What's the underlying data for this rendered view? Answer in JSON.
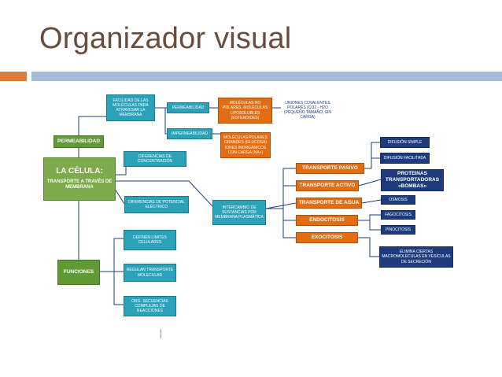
{
  "slide": {
    "title": "Organizador visual"
  },
  "diagram": {
    "permeabilidad": "PERMEABILIDAD",
    "celula_title": "LA CÉLULA:",
    "celula_sub": "TRANSPORTE A TRAVÉS DE MEMBRANA",
    "funciones": "FUNCIONES",
    "facilidad": "FACILIDAD DE LAS MOLÉCULAS PARA ATRAVESAR LA MEMBRANA",
    "permeabilidad_small": "PERMEABILIDAD",
    "impermeabilidad": "IMPERMEABILIDAD",
    "no_polares": "MOLÉCULAS NO POLARES, MOLÉCULAS LIPOSOLUBLES (ESTEROIDES)",
    "iones": "UNIONES COVALENTES POLARES (CO2 - H2O (PEQUEÑO TAMAÑO, SIN CARGA)",
    "polares": "MOLÉCULAS POLARES GRANDES (GLUCOSA) IONES INORGÁNICOS CON CARGA (NA+)",
    "diferencias": "DIFERENCIAS DE CONCENTRACIÓN",
    "potencial": "DIFERENCIAS DE POTENCIAL ELÉCTRICO",
    "intercambio": "INTERCAMBIO DE SUSTANCIAS POR MEMBRANA PLASMÁTICA",
    "definen": "DEFINEN LÍMITES CELULARES",
    "regulan": "REGULAN TRANSPORTE MOLECULAR",
    "org": "ORG. SECUENCIAS COMPLEJAS DE REACCIONES",
    "pasivo": "TRANSPORTE PASIVO",
    "activo": "TRANSPORTE ACTIVO",
    "agua": "TRANSPORTE DE AGUA",
    "endocitosis": "ENDOCITOSIS",
    "exocitosis": "EXOCITOSIS",
    "difusion_simple": "DIFUSIÓN SIMPLE",
    "difusion_facilitada": "DIFUSIÓN FACILITADA",
    "proteinas": "PROTEINAS TRANSPORTADORAS «BOMBAS»",
    "osmosis": "OSMOSIS",
    "fagocitosis": "FAGOCITOSIS",
    "pinocitosis": "PINOCITOSIS",
    "elimina": "ELIMINA CIERTAS MACROMOLÉCULAS EN VESÍCULAS DE SECRECIÓN"
  },
  "colors": {
    "title": "#6b4c3b",
    "accent_orange": "#e07b39",
    "accent_blue": "#a4bcdc",
    "teal": "#2aa2b8",
    "green": "#7daa4a",
    "orange": "#e36d12",
    "navy": "#1e3c7d",
    "blue": "#2f67a8"
  }
}
